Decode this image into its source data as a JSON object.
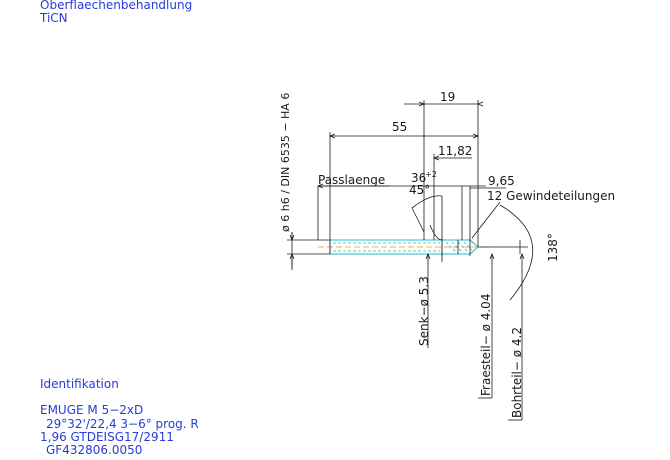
{
  "notes": {
    "surface_heading": "Oberflaechenbehandlung",
    "surface_value": "TiCN",
    "ident_heading": "Identifikation",
    "ident_lines": [
      "EMUGE   M  5−2xD",
      "29°32'/22,4    3−6°   prog. R",
      "1,96    GTDEISG17/2911",
      "GF432806.0050"
    ]
  },
  "dimensions": {
    "shank": "ø 6 h6 / DIN 6535 − HA 6",
    "overall_length": "55",
    "head_length": "19",
    "thread_length": "11,82",
    "pass_length_label": "Passlaenge",
    "angle_36": "36",
    "angle_36_sup": "+2",
    "angle_45": "45°",
    "pitch_965": "9,65",
    "thread_divisions": "12 Gewindeteilungen",
    "point_angle": "138°",
    "countersink": "Senk−ø 5.3",
    "mill_part": "Fraesteil−  ø 4.04",
    "drill_part": "Bohrteil−  ø 4.2"
  },
  "colors": {
    "annotation_blue": "#2a3bd9",
    "line_black": "#1a1a1a",
    "tool_cyan": "#22b8c8",
    "center_orange": "#e6a000"
  }
}
